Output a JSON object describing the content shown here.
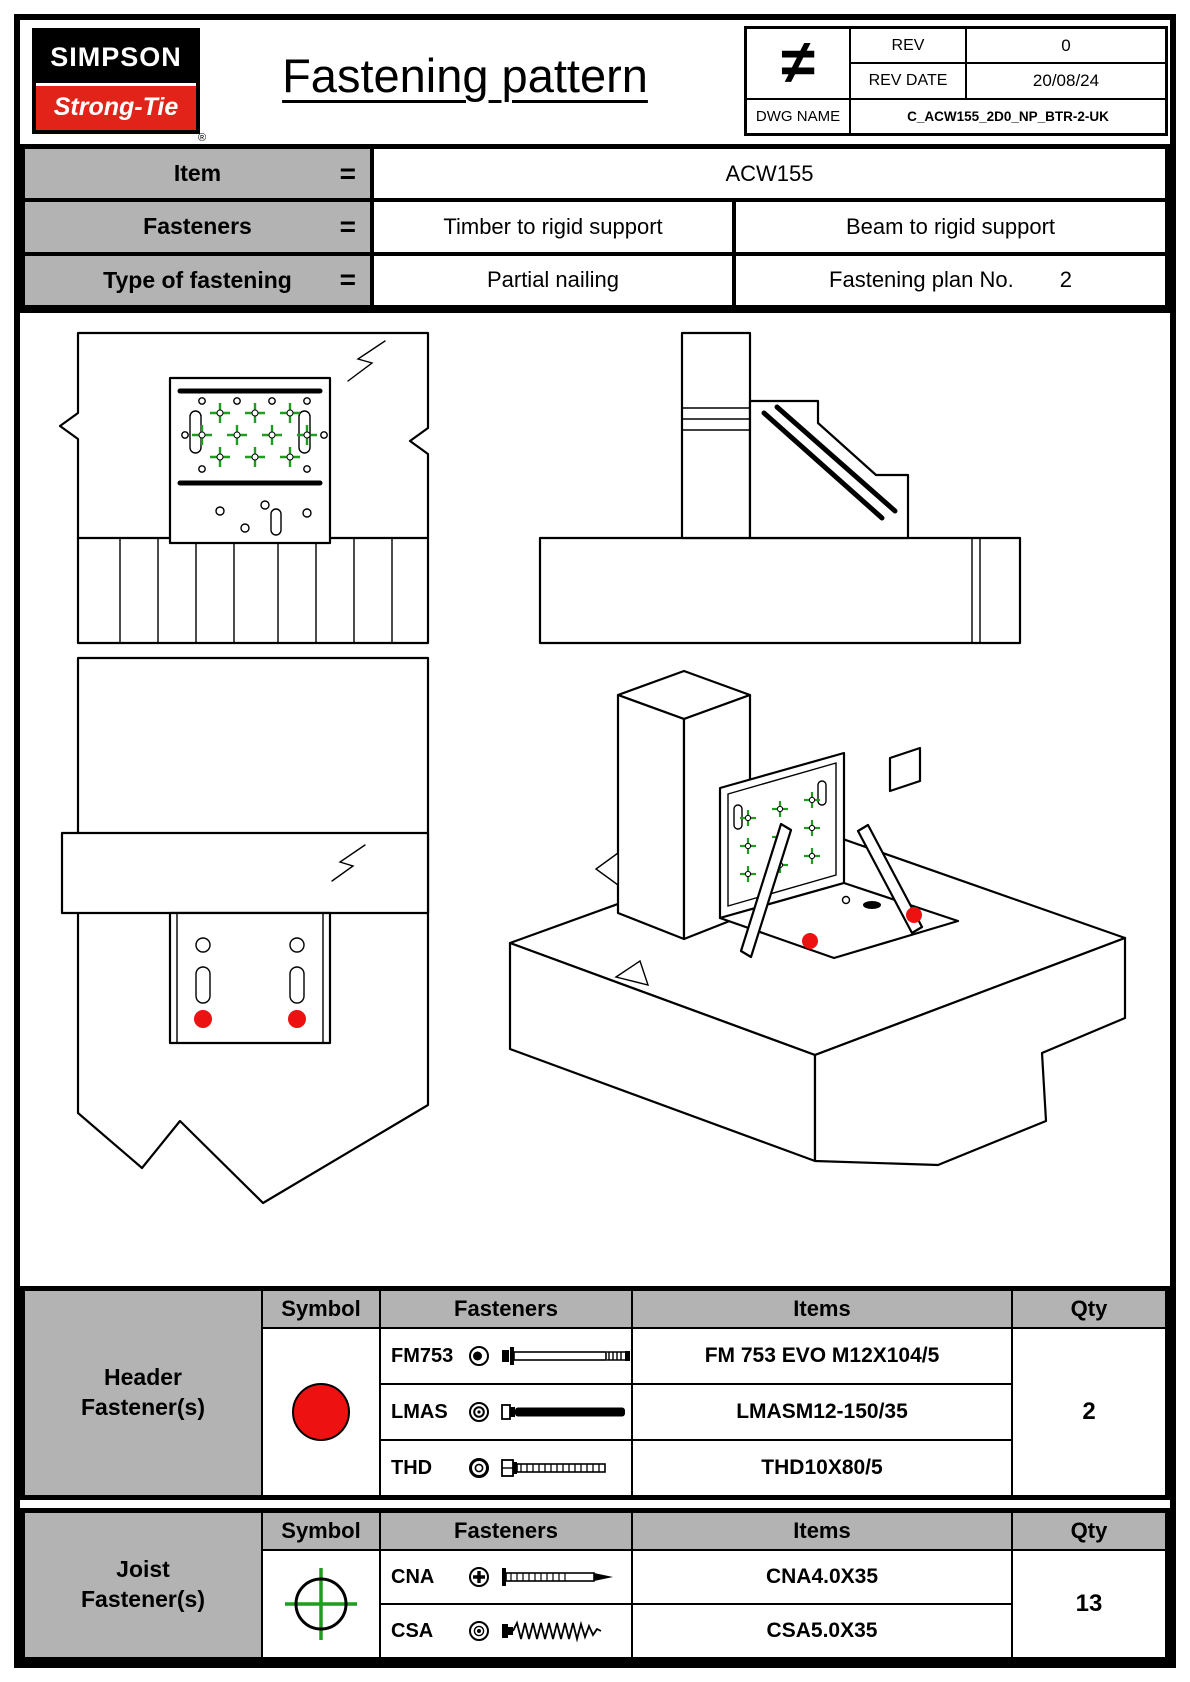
{
  "header": {
    "logo_line1": "SIMPSON",
    "logo_line2": "Strong-Tie",
    "logo_reg": "®",
    "title": "Fastening pattern",
    "neq_symbol": "≠",
    "rev_label": "REV",
    "rev_value": "0",
    "rev_date_label": "REV DATE",
    "rev_date_value": "20/08/24",
    "dwg_label": "DWG NAME",
    "dwg_value": "C_ACW155_2D0_NP_BTR-2-UK"
  },
  "info": {
    "eq": "=",
    "item_label": "Item",
    "item_value": "ACW155",
    "fasteners_label": "Fasteners",
    "fasteners_timber": "Timber to rigid support",
    "fasteners_beam": "Beam to rigid support",
    "type_label": "Type of fastening",
    "type_value": "Partial nailing",
    "plan_label": "Fastening plan No.",
    "plan_value": "2"
  },
  "header_fasteners": {
    "section_label": "Header Fastener(s)",
    "columns": {
      "symbol": "Symbol",
      "fasteners": "Fasteners",
      "items": "Items",
      "qty": "Qty"
    },
    "rows": [
      {
        "code": "FM753",
        "item": "FM 753 EVO M12X104/5"
      },
      {
        "code": "LMAS",
        "item": "LMASM12-150/35"
      },
      {
        "code": "THD",
        "item": "THD10X80/5"
      }
    ],
    "qty": "2"
  },
  "joist_fasteners": {
    "section_label": "Joist Fastener(s)",
    "columns": {
      "symbol": "Symbol",
      "fasteners": "Fasteners",
      "items": "Items",
      "qty": "Qty"
    },
    "rows": [
      {
        "code": "CNA",
        "item": "CNA4.0X35"
      },
      {
        "code": "CSA",
        "item": "CSA5.0X35"
      }
    ],
    "qty": "13"
  },
  "colors": {
    "logo_red": "#e2231a",
    "marker_red": "#ee1111",
    "marker_green": "#1f9d1f",
    "cell_gray": "#b3b3b3"
  }
}
